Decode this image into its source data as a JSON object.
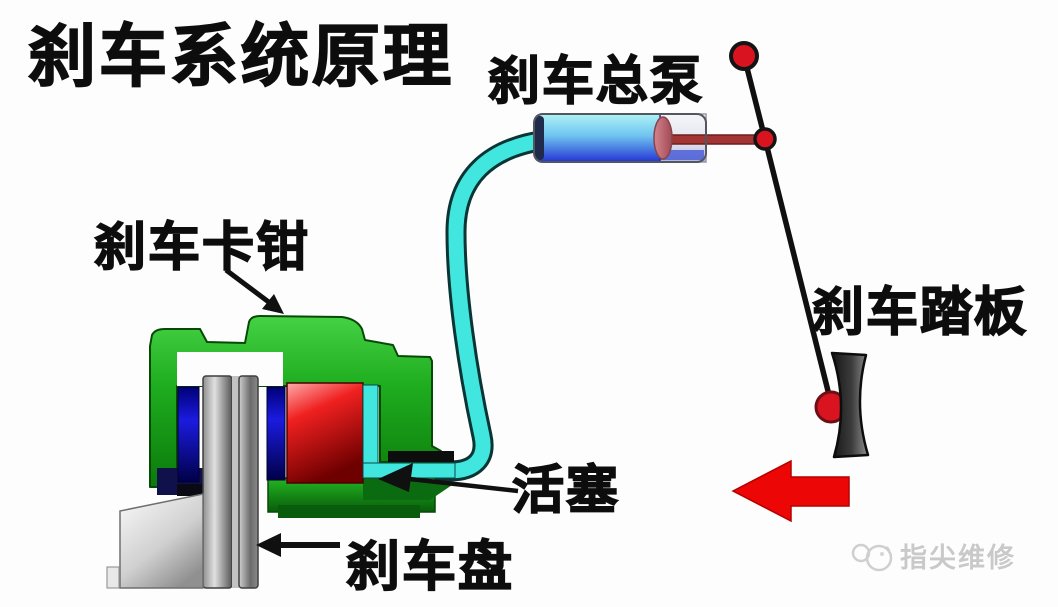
{
  "title": "刹车系统原理",
  "diagram": {
    "labels": {
      "master_cylinder": "刹车总泵",
      "brake_pedal": "刹车踏板",
      "brake_caliper": "刹车卡钳",
      "piston": "活塞",
      "brake_disc": "刹车盘"
    },
    "colors": {
      "background": "#FDFDFD",
      "label_black": "#0D0D0D",
      "caliper_green": "#1FAE1F",
      "pad_blue": "#1616D2",
      "piston_red": "#E51212",
      "fluid_cyan": "#41E6DE",
      "cylinder_fluid_top": "#AEF2F6",
      "cylinder_fluid_bottom": "#2334D4",
      "pushrod_red": "#A23434",
      "pivot_red": "#D91420",
      "force_arrow_red": "#EC0606",
      "disc_gray": "#9A9A9A",
      "pedal_dark": "#2E2E2E",
      "watermark_gray": "#C9C9C9"
    }
  },
  "watermark": {
    "text": "指尖维修"
  }
}
